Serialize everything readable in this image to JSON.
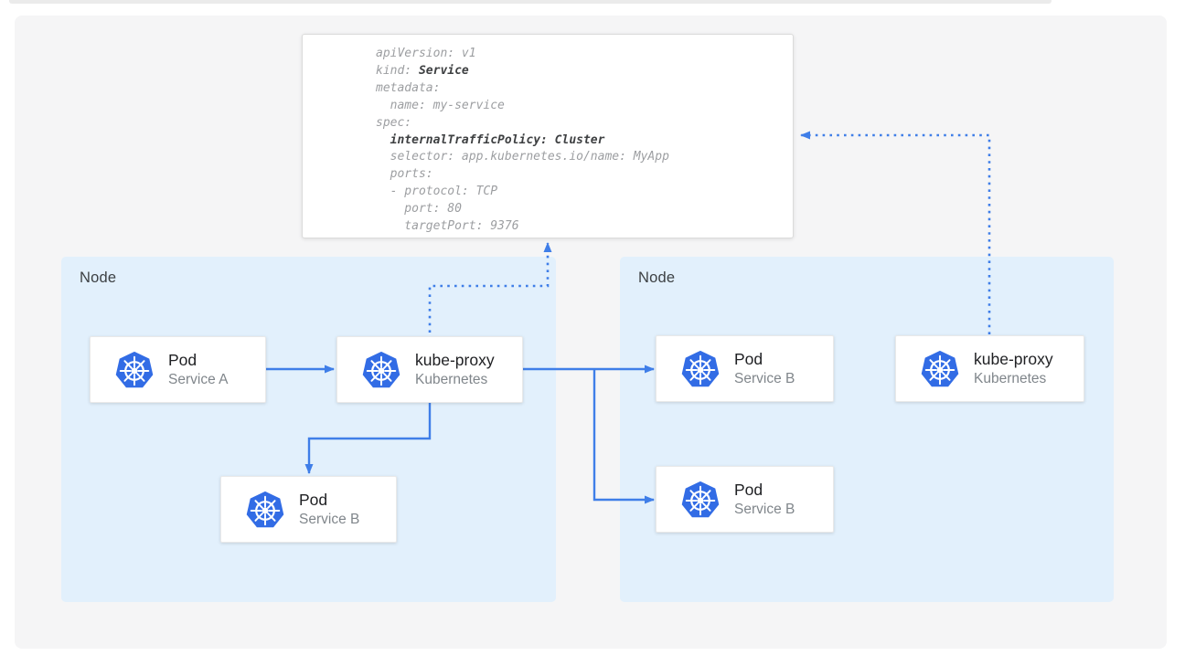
{
  "colors": {
    "accent_blue": "#3f7ee8",
    "kubernetes_blue": "#326ce5",
    "node_background": "#e2f0fc",
    "panel_background": "#f5f5f6",
    "yaml_text": "#9c9ea1",
    "yaml_text_emphasis": "#3e4042"
  },
  "yaml_panel": {
    "lines": [
      [
        {
          "text": "apiVersion: v1",
          "bold": false
        }
      ],
      [
        {
          "text": "kind: ",
          "bold": false
        },
        {
          "text": "Service",
          "bold": true
        }
      ],
      [
        {
          "text": "metadata:",
          "bold": false
        }
      ],
      [
        {
          "text": "  name: my-service",
          "bold": false
        }
      ],
      [
        {
          "text": "spec:",
          "bold": false
        }
      ],
      [
        {
          "text": "  ",
          "bold": false
        },
        {
          "text": "internalTrafficPolicy: Cluster",
          "bold": true
        }
      ],
      [
        {
          "text": "  selector: app.kubernetes.io/name: MyApp",
          "bold": false
        }
      ],
      [
        {
          "text": "  ports:",
          "bold": false
        }
      ],
      [
        {
          "text": "  - protocol: TCP",
          "bold": false
        }
      ],
      [
        {
          "text": "    port: 80",
          "bold": false
        }
      ],
      [
        {
          "text": "    targetPort: 9376",
          "bold": false
        }
      ]
    ]
  },
  "node_left": {
    "label": "Node"
  },
  "node_right": {
    "label": "Node"
  },
  "cards": {
    "pod_a": {
      "title": "Pod",
      "subtitle": "Service A"
    },
    "kube_proxy_left": {
      "title": "kube-proxy",
      "subtitle": "Kubernetes"
    },
    "pod_b_left": {
      "title": "Pod",
      "subtitle": "Service B"
    },
    "pod_b1_right": {
      "title": "Pod",
      "subtitle": "Service B"
    },
    "pod_b2_right": {
      "title": "Pod",
      "subtitle": "Service B"
    },
    "kube_proxy_right": {
      "title": "kube-proxy",
      "subtitle": "Kubernetes"
    }
  }
}
